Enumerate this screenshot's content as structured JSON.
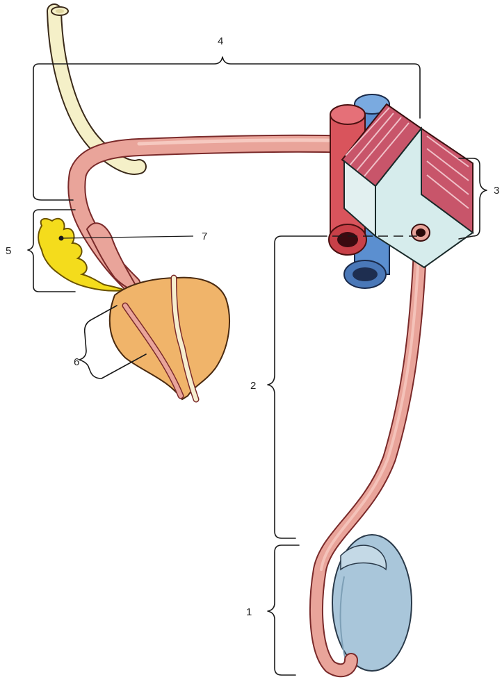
{
  "labels": {
    "l1": "1",
    "l2": "2",
    "l3": "3",
    "l4": "4",
    "l5": "5",
    "l6": "6",
    "l7": "7"
  },
  "colors": {
    "duct": "#e9a49a",
    "duct_light": "#f6c9c0",
    "ureter": "#f5f0c8",
    "artery": "#d9545c",
    "vein": "#5b8fd0",
    "muscle": "#c8556a",
    "muscle_face": "#d6ecec",
    "seminal_vesicle": "#f4dc1c",
    "prostate": "#f0b46a",
    "testis": "#a9c6da"
  },
  "icons": {
    "structure": "anatomical-drawing"
  }
}
